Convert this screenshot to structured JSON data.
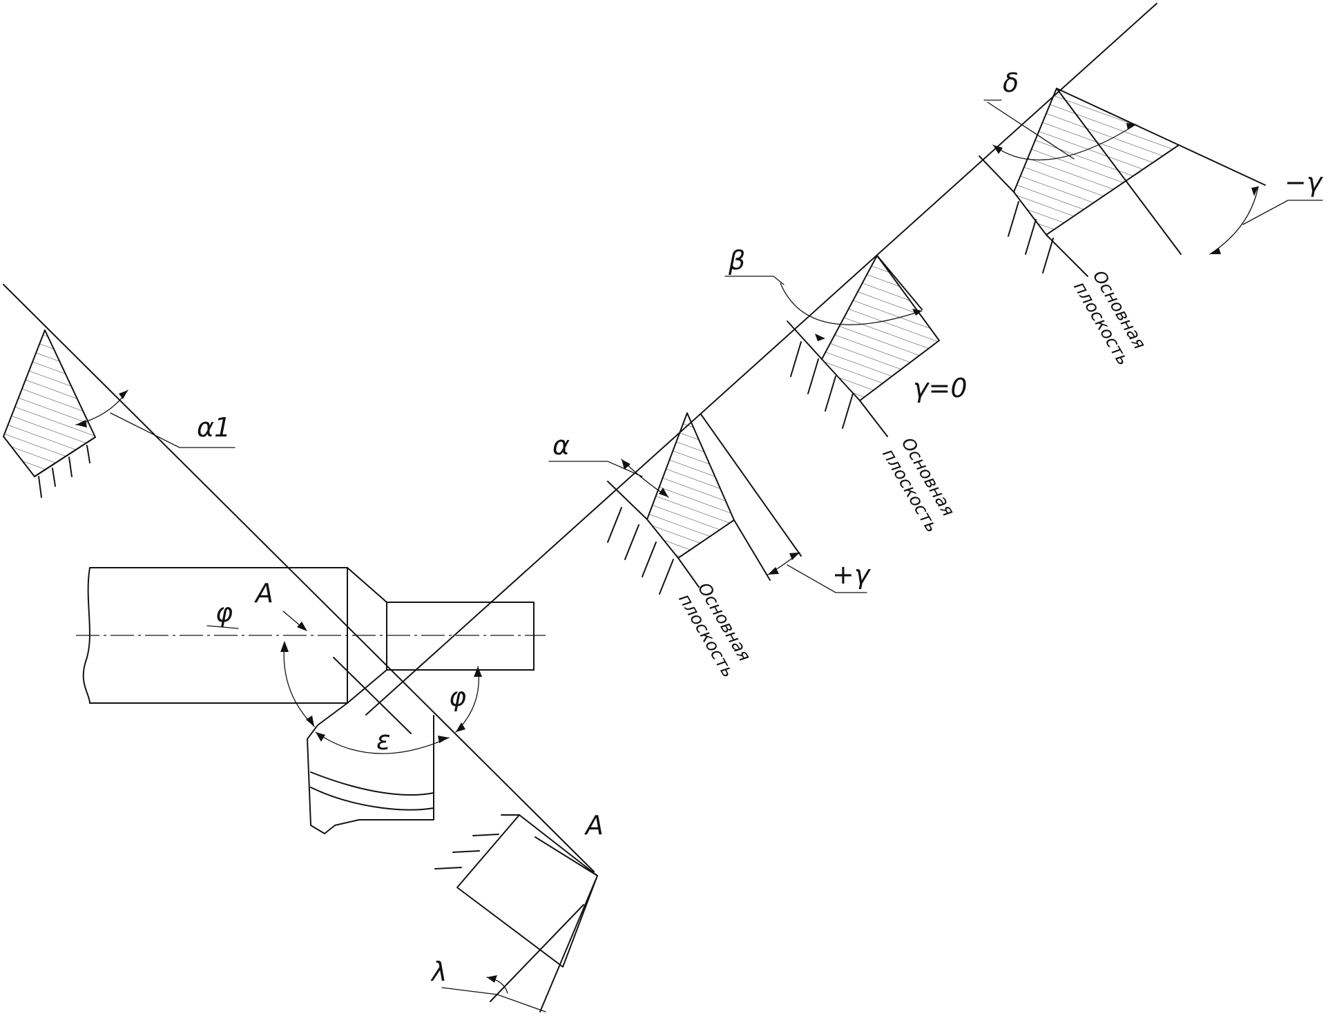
{
  "labels": {
    "section_top": "A",
    "section_bottom": "A",
    "phi_left": "φ",
    "phi_right": "φ",
    "epsilon": "ε",
    "alpha1": "α1",
    "alpha": "α",
    "plus_gamma": "+γ",
    "beta": "β",
    "gamma_zero": "γ=0",
    "delta": "δ",
    "minus_gamma": "−γ",
    "lambda": "λ"
  },
  "base_plane_notes": [
    {
      "line1": "Основная",
      "line2": "плоскость"
    },
    {
      "line1": "Основная",
      "line2": "плоскость"
    },
    {
      "line1": "Основная",
      "line2": "плоскость"
    }
  ]
}
